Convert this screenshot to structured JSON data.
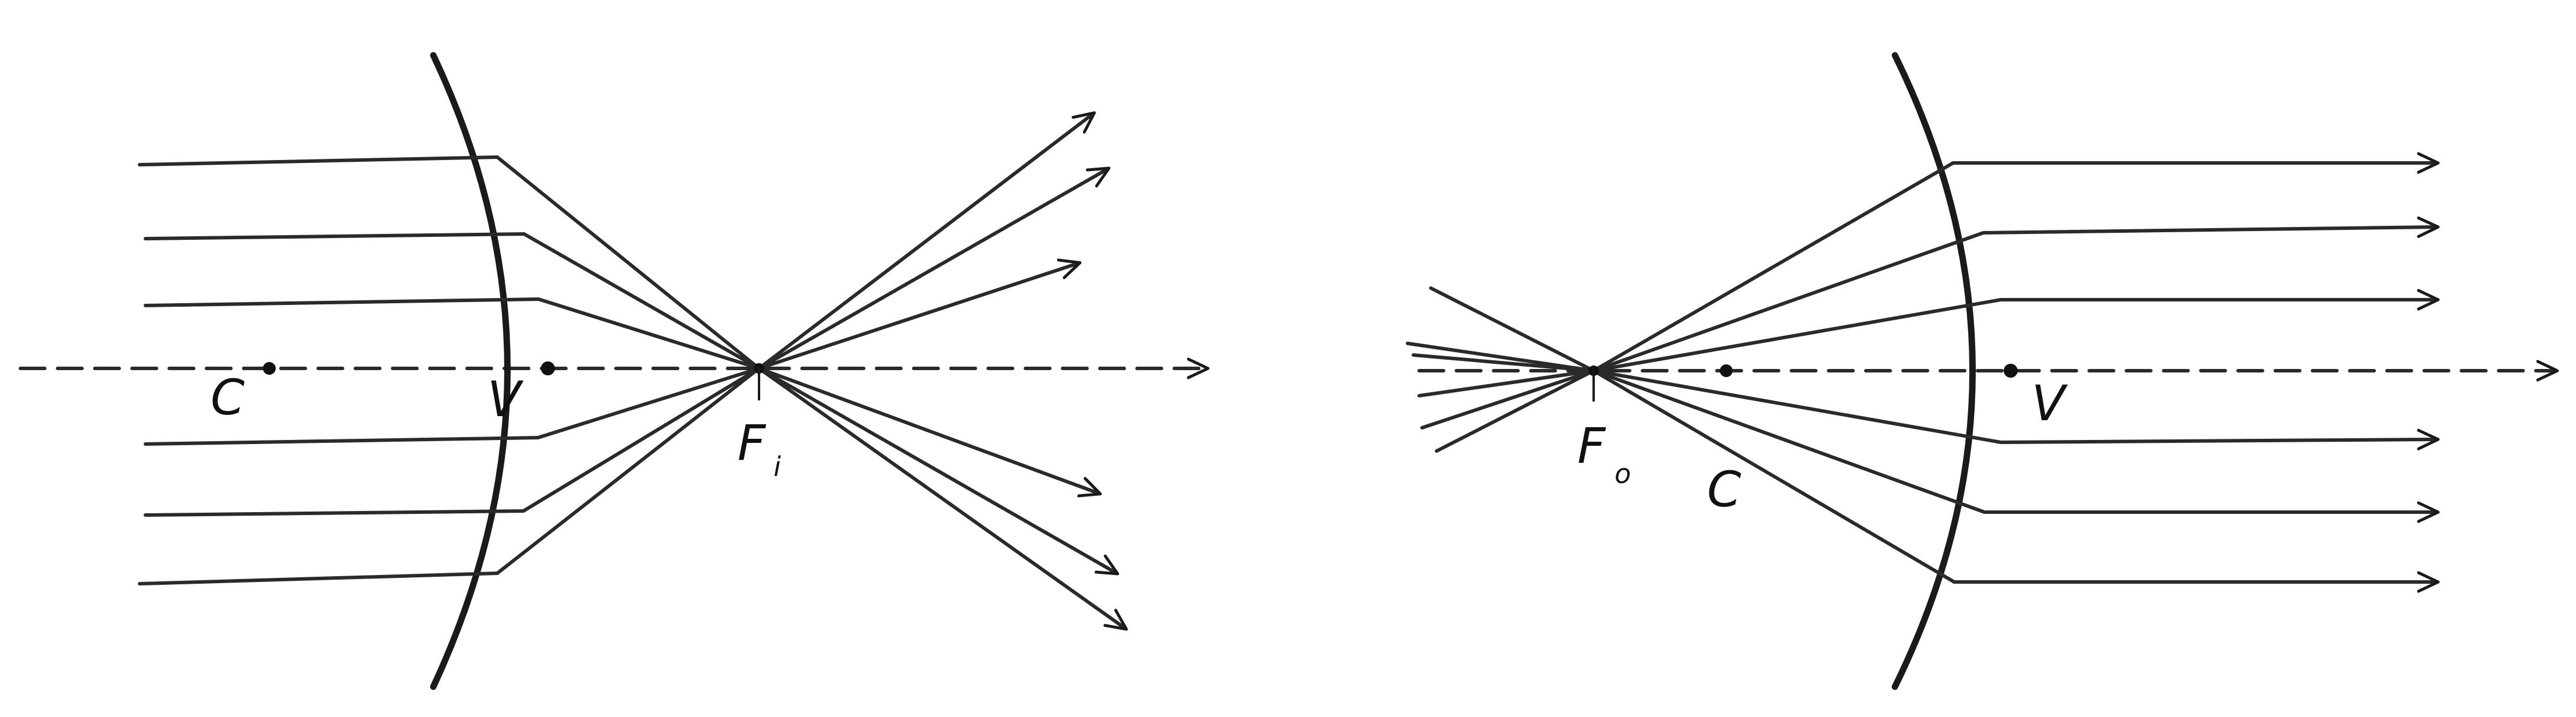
{
  "left_figure": {
    "center_label": "C",
    "vertex_label": "V",
    "focus_label": "F",
    "focus_subscript": "i"
  },
  "right_figure": {
    "center_label": "C",
    "vertex_label": "V",
    "focus_label": "F",
    "focus_subscript": "o"
  }
}
